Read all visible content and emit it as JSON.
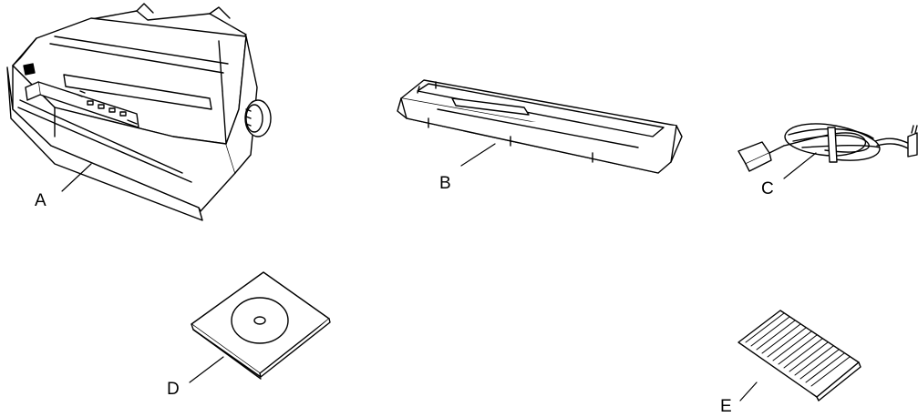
{
  "items": {
    "printer": {
      "label": "A",
      "icon": "printer-icon"
    },
    "ribbon": {
      "label": "B",
      "icon": "ribbon-cartridge-icon"
    },
    "power_cord": {
      "label": "C",
      "icon": "power-cord-icon"
    },
    "cd": {
      "label": "D",
      "icon": "cd-sleeve-icon"
    },
    "manual": {
      "label": "E",
      "icon": "manual-sheet-icon"
    }
  }
}
